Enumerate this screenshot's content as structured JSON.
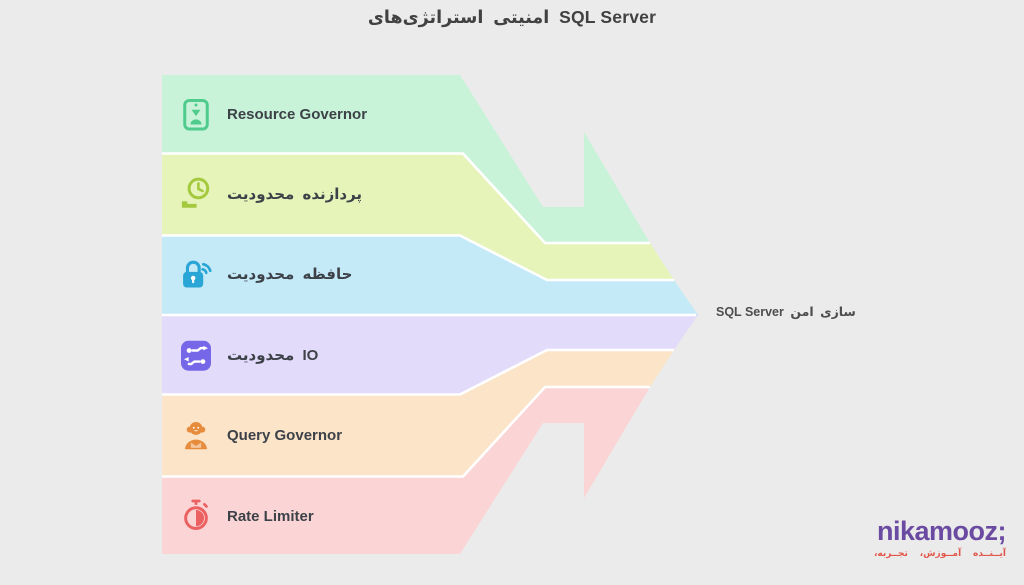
{
  "background": "#ebebeb",
  "title": {
    "words": [
      "استراتژی‌های",
      "امنیتی",
      "SQL Server"
    ],
    "color": "#414141"
  },
  "bands": [
    {
      "label_words": [
        "Resource Governor"
      ],
      "fill": "#c8f3d8",
      "icon": "clipboard-user-icon",
      "icon_color": "#4fcb8d"
    },
    {
      "label_words": [
        "محدودیت",
        "پردازنده"
      ],
      "fill": "#e6f4ba",
      "icon": "clock-icon",
      "icon_color": "#a4c93e"
    },
    {
      "label_words": [
        "محدودیت",
        "حافظه"
      ],
      "fill": "#c4eaf8",
      "icon": "lock-wifi-icon",
      "icon_color": "#2aa6d6"
    },
    {
      "label_words": [
        "محدودیت",
        "IO"
      ],
      "fill": "#e2dcfa",
      "icon": "data-flow-icon",
      "icon_color": "#7666e8"
    },
    {
      "label_words": [
        "Query Governor"
      ],
      "fill": "#fbe4c8",
      "icon": "person-icon",
      "icon_color": "#e68c3c"
    },
    {
      "label_words": [
        "Rate Limiter"
      ],
      "fill": "#fbd5d5",
      "icon": "stopwatch-icon",
      "icon_color": "#eb6161"
    }
  ],
  "arrow_label": {
    "words": [
      "SQL Server",
      "امن",
      "سازی"
    ],
    "color": "#4d4d4d"
  },
  "logo": {
    "name": "nikamooz;",
    "name_color": "#6b4ba1",
    "tagline_words": [
      "تجــربه،",
      "آمــوزش،",
      "آیــنــده"
    ],
    "tagline_color": "#e2574b"
  },
  "separator_color": "#ffffff"
}
